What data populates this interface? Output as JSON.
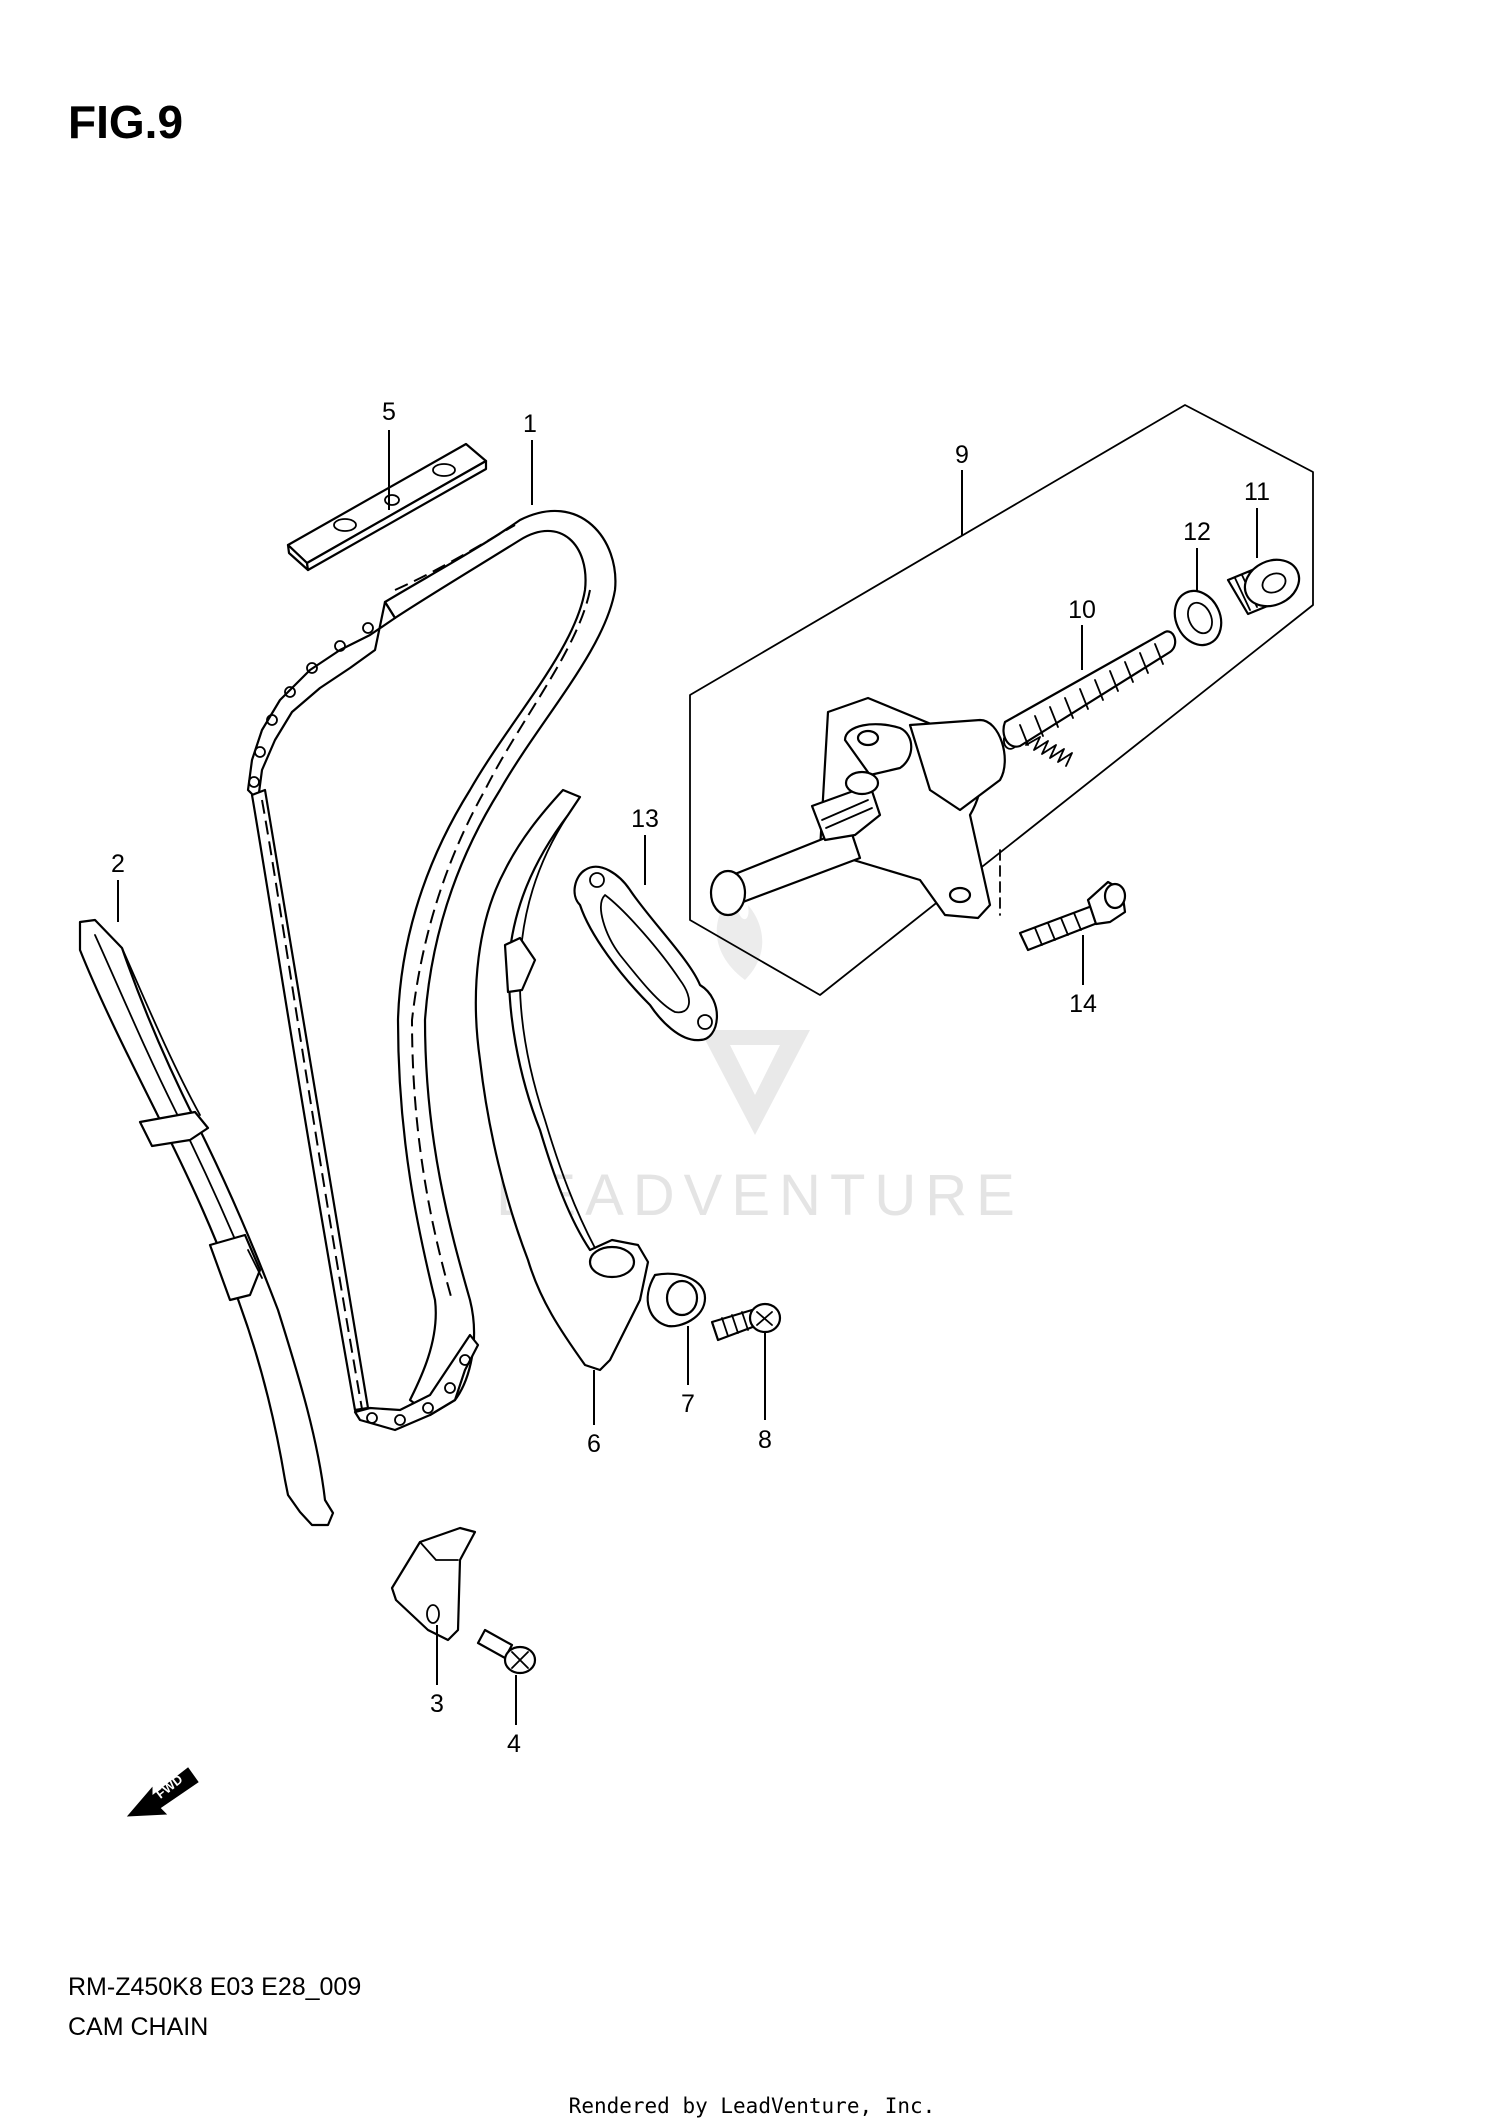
{
  "figure": {
    "title": "FIG.9"
  },
  "callouts": [
    {
      "id": "1",
      "label": "1"
    },
    {
      "id": "2",
      "label": "2"
    },
    {
      "id": "3",
      "label": "3"
    },
    {
      "id": "4",
      "label": "4"
    },
    {
      "id": "5",
      "label": "5"
    },
    {
      "id": "6",
      "label": "6"
    },
    {
      "id": "7",
      "label": "7"
    },
    {
      "id": "8",
      "label": "8"
    },
    {
      "id": "9",
      "label": "9"
    },
    {
      "id": "10",
      "label": "10"
    },
    {
      "id": "11",
      "label": "11"
    },
    {
      "id": "12",
      "label": "12"
    },
    {
      "id": "13",
      "label": "13"
    },
    {
      "id": "14",
      "label": "14"
    }
  ],
  "direction_arrow": {
    "label": "FWD"
  },
  "footer": {
    "model_code": "RM-Z450K8 E03 E28_009",
    "section_name": "CAM CHAIN",
    "rendered_by": "Rendered by LeadVenture, Inc."
  },
  "watermark": {
    "text": "LEADVENTURE"
  }
}
